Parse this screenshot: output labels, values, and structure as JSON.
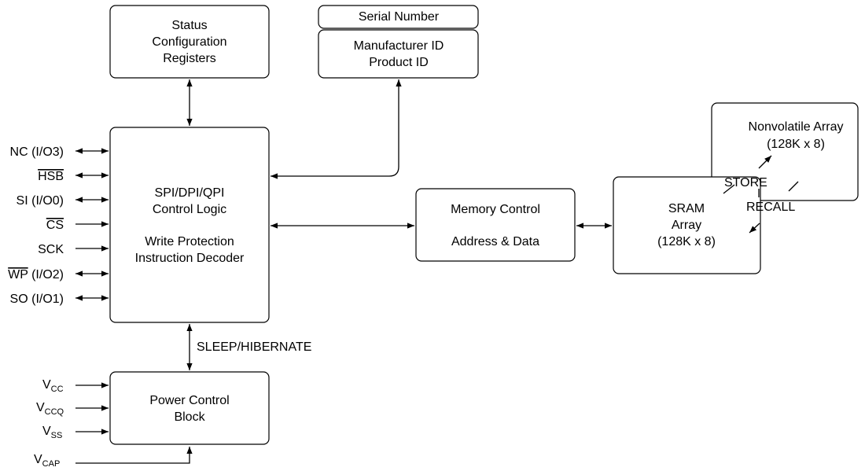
{
  "blocks": {
    "status_registers": {
      "lines": [
        "Status",
        "Configuration",
        "Registers"
      ]
    },
    "serial_number": {
      "label": "Serial Number"
    },
    "manufacturer": {
      "lines": [
        "Manufacturer ID",
        "Product ID"
      ]
    },
    "control_logic": {
      "lines": [
        "SPI/DPI/QPI",
        "Control Logic",
        "Write Protection",
        "Instruction Decoder"
      ]
    },
    "memory_control": {
      "lines": [
        "Memory Control",
        "Address & Data"
      ]
    },
    "sram": {
      "lines": [
        "SRAM",
        "Array",
        "(128K x 8)"
      ]
    },
    "nonvolatile": {
      "lines": [
        "Nonvolatile Array",
        "(128K x 8)"
      ]
    },
    "power_control": {
      "lines": [
        "Power Control",
        "Block"
      ]
    }
  },
  "transfers": {
    "store": "STORE",
    "recall": "RECALL"
  },
  "links": {
    "sleep": "SLEEP/HIBERNATE"
  },
  "pins": {
    "nc": "NC (I/O3)",
    "hsb": "HSB",
    "si": "SI (I/O0)",
    "cs": "CS",
    "sck": "SCK",
    "wp_name": "WP",
    "wp_suffix": " (I/O2)",
    "so": "SO (I/O1)"
  },
  "power_pins": {
    "vcc": {
      "base": "V",
      "sub": "CC"
    },
    "vccq": {
      "base": "V",
      "sub": "CCQ"
    },
    "vss": {
      "base": "V",
      "sub": "SS"
    },
    "vcap": {
      "base": "V",
      "sub": "CAP"
    }
  },
  "colors": {
    "line": "#000000",
    "background": "#ffffff"
  }
}
